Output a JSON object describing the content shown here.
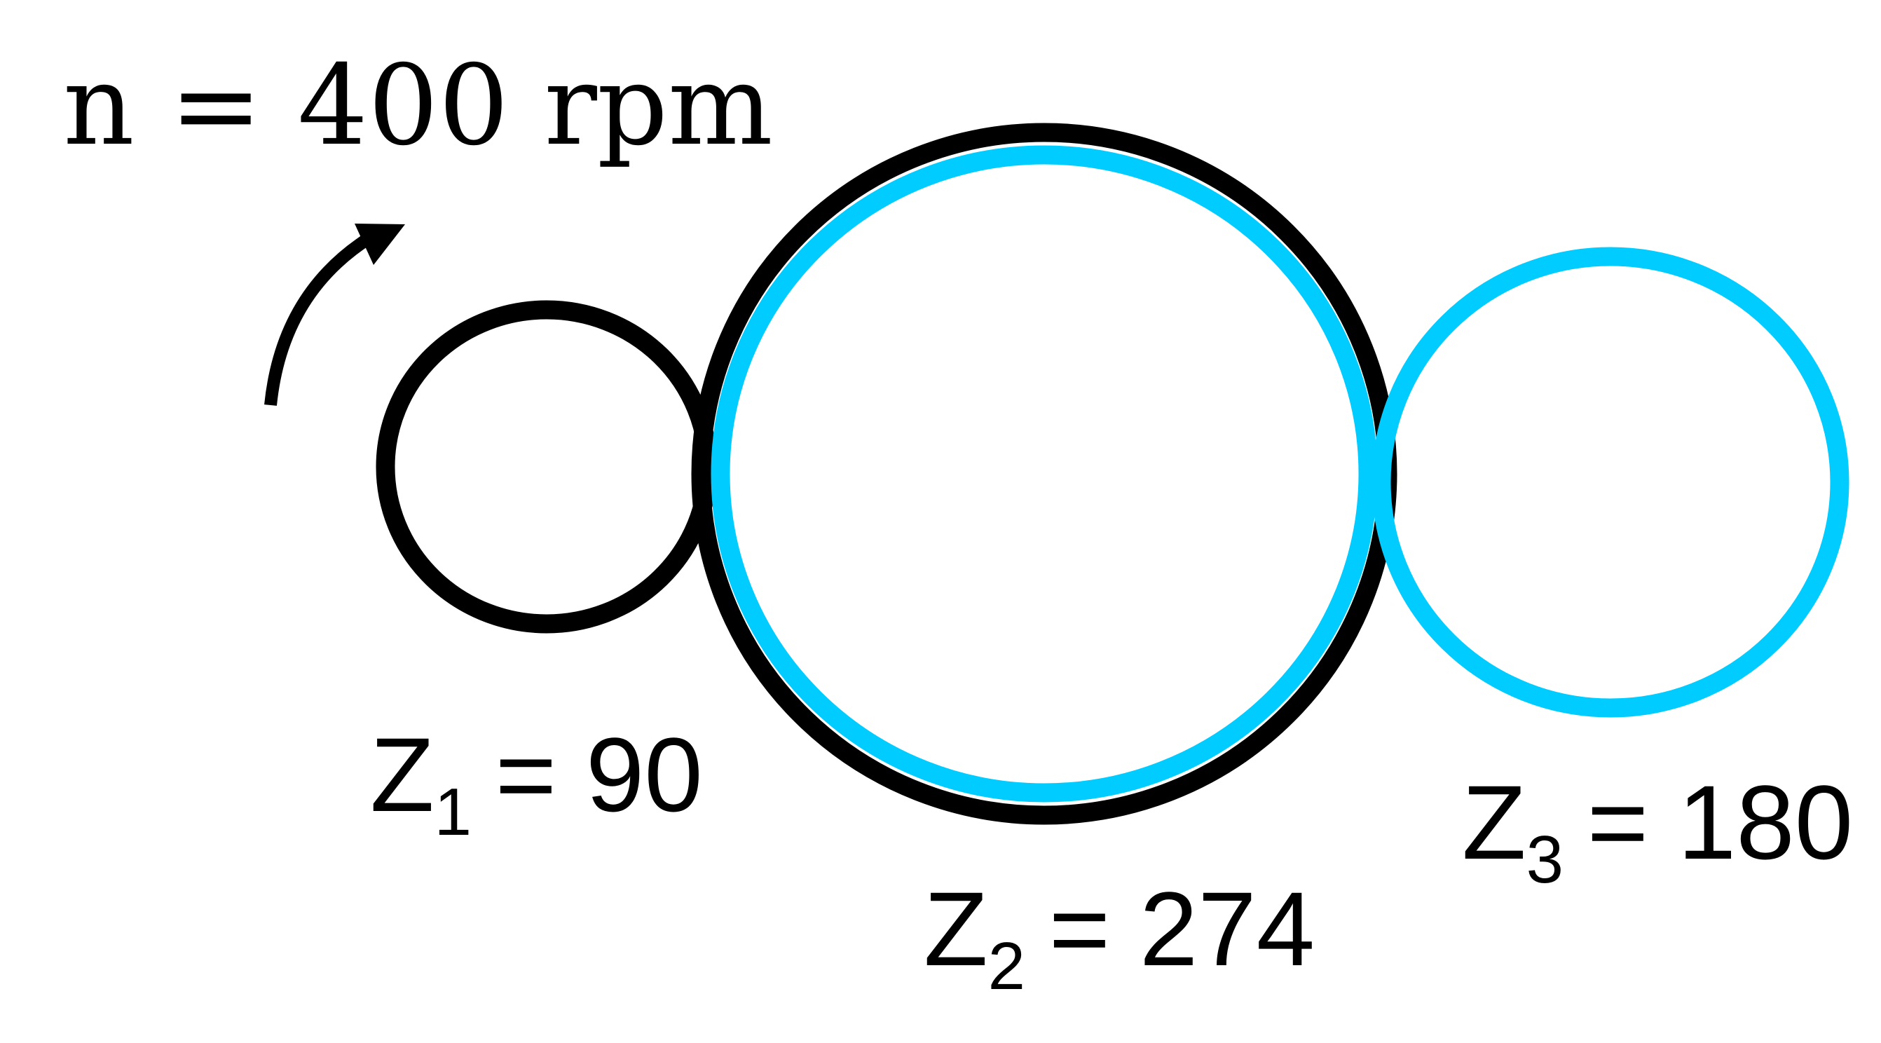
{
  "input": {
    "speed_text": "n = 400 rpm",
    "rotation": "clockwise"
  },
  "gears": [
    {
      "id": "gear1",
      "letter": "Z",
      "subscript": "1",
      "value_text": "= 90",
      "color": "#000000"
    },
    {
      "id": "gear2",
      "letter": "Z",
      "subscript": "2",
      "value_text": "= 274",
      "color_outer": "#000000",
      "color_inner": "#00CCFF"
    },
    {
      "id": "gear3",
      "letter": "Z",
      "subscript": "3",
      "value_text": "= 180",
      "color": "#00CCFF"
    }
  ],
  "colors": {
    "black": "#000000",
    "cyan": "#00CCFF"
  },
  "icons": {
    "rotation_arrow": "curved-arrow-icon"
  }
}
